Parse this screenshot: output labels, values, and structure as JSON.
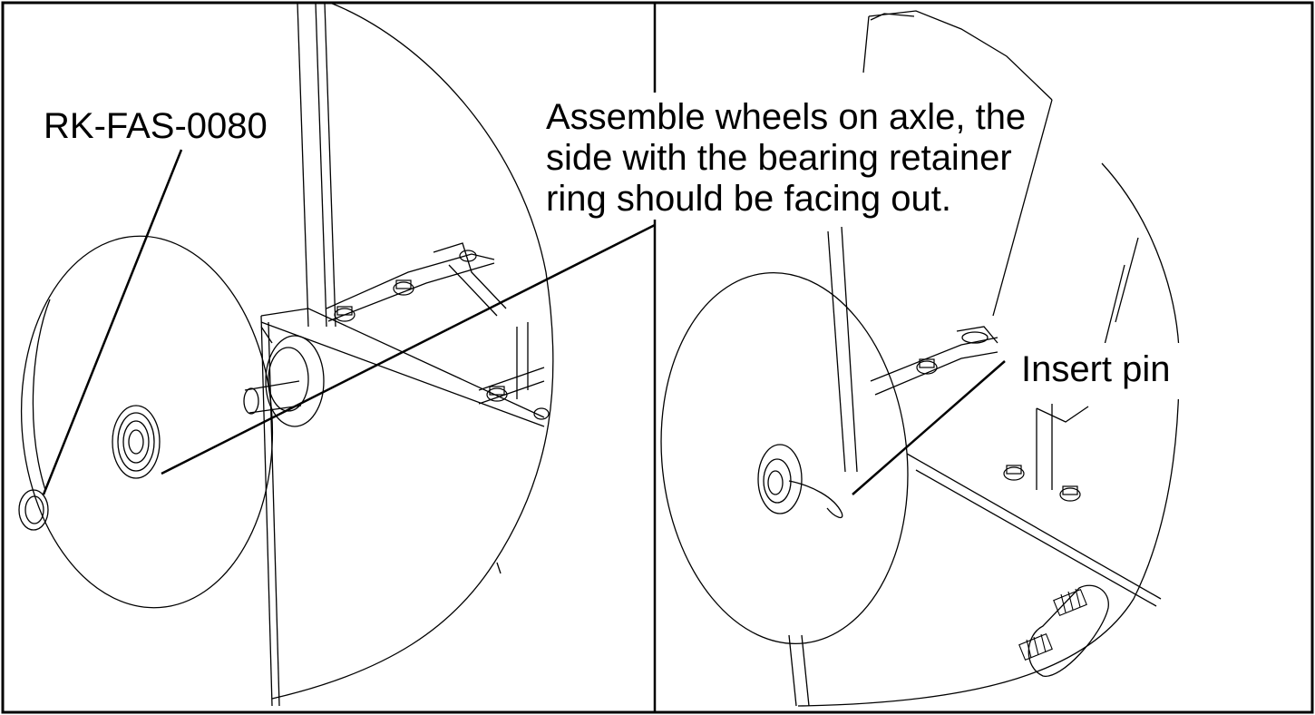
{
  "diagram": {
    "part_label": "RK-FAS-0080",
    "instruction_lines": [
      "Assemble wheels on axle, the",
      "side with the bearing retainer",
      "ring should be facing out."
    ],
    "right_label": "Insert pin"
  }
}
